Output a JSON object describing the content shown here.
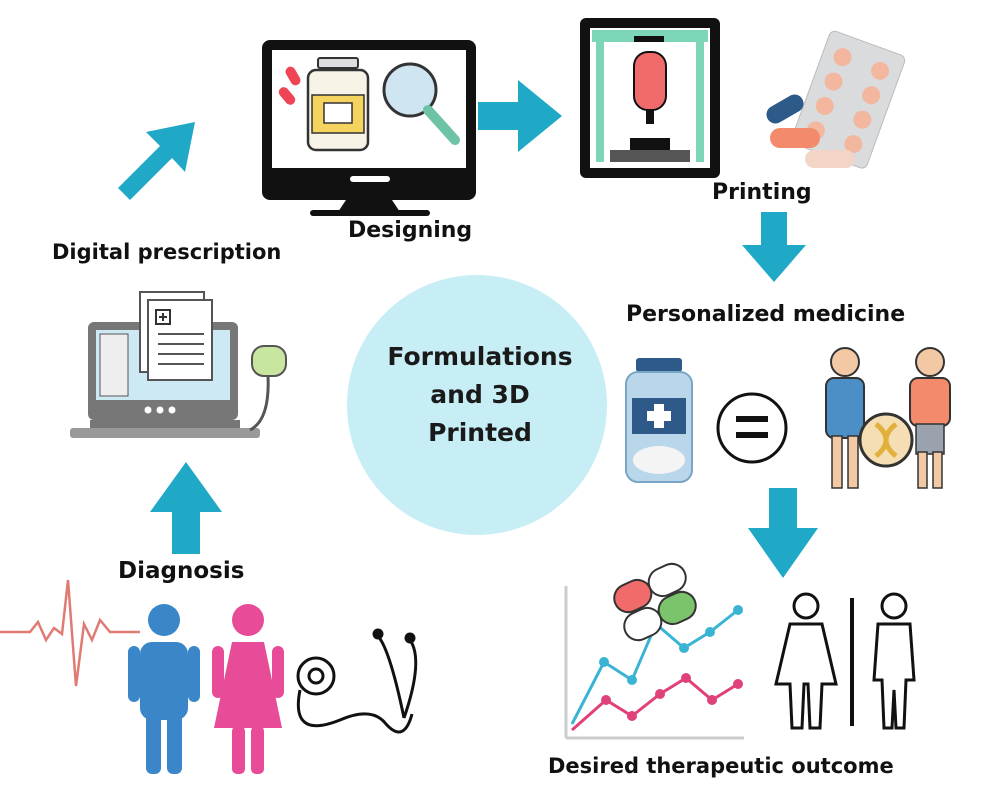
{
  "center": {
    "line1": "Formulations",
    "line2": "and 3D",
    "line3": "Printed"
  },
  "steps": {
    "digital_prescription": "Digital prescription",
    "designing": "Designing",
    "printing": "Printing",
    "personalized_medicine": "Personalized medicine",
    "diagnosis": "Diagnosis",
    "desired_outcome": "Desired therapeutic outcome"
  },
  "colors": {
    "arrow": "#1fa9c6",
    "center_circle": "#c7eef5",
    "male_figure": "#3a86c8",
    "female_figure": "#e84c98",
    "line_blue": "#3ab4d4",
    "line_pink": "#e0417a"
  },
  "icons": [
    "monitor-design-icon",
    "printer-3d-icon",
    "pill-blister-icon",
    "medical-computer-icon",
    "medicine-bottle-icon",
    "equals-icon",
    "patients-icon",
    "people-icon",
    "stethoscope-icon",
    "heartbeat-icon",
    "outcome-chart-icon",
    "capsules-icon",
    "restroom-icon"
  ]
}
